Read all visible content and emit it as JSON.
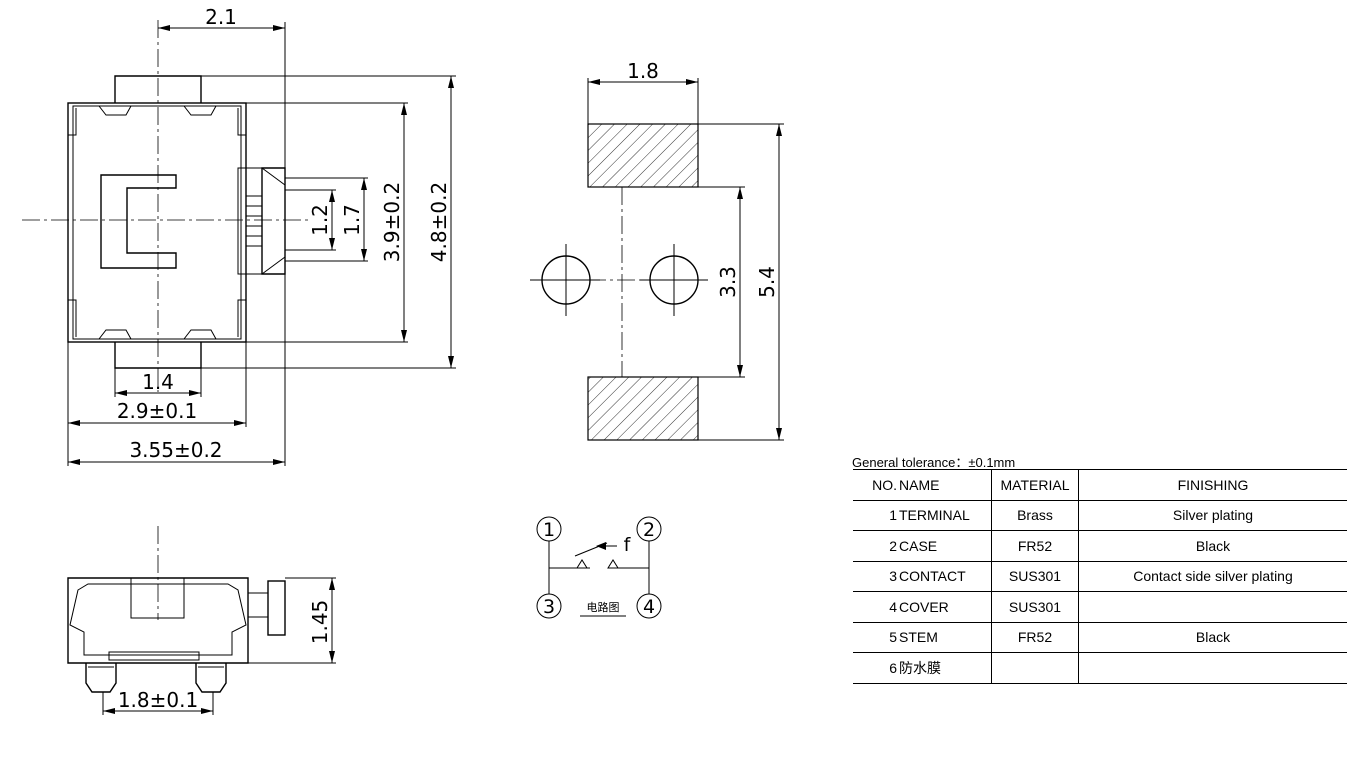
{
  "drawing": {
    "top_view": {
      "dim_width_top": "2.1",
      "dim_h_1": "1.2",
      "dim_h_2": "1.7",
      "dim_h_3": "3.9±0.2",
      "dim_h_4": "4.8±0.2",
      "dim_w_1": "1.4",
      "dim_w_2": "2.9±0.1",
      "dim_w_3": "3.55±0.2"
    },
    "pad_view": {
      "dim_pad_width": "1.8",
      "dim_inner": "3.3",
      "dim_outer": "5.4"
    },
    "side_view": {
      "dim_height": "1.45",
      "dim_width": "1.8±0.1"
    },
    "circuit": {
      "pin1": "1",
      "pin2": "2",
      "pin3": "3",
      "pin4": "4",
      "force_label": "f",
      "caption": "电路图"
    }
  },
  "tolerance_note": "General tolerance：±0.1mm",
  "bom": {
    "headers": [
      "NO.",
      "NAME",
      "MATERIAL",
      "FINISHING"
    ],
    "rows": [
      {
        "no": "1",
        "name": "TERMINAL",
        "material": "Brass",
        "finishing": "Silver plating"
      },
      {
        "no": "2",
        "name": "CASE",
        "material": "FR52",
        "finishing": "Black"
      },
      {
        "no": "3",
        "name": "CONTACT",
        "material": "SUS301",
        "finishing": "Contact side silver plating"
      },
      {
        "no": "4",
        "name": "COVER",
        "material": "SUS301",
        "finishing": ""
      },
      {
        "no": "5",
        "name": "STEM",
        "material": "FR52",
        "finishing": "Black"
      },
      {
        "no": "6",
        "name": "防水膜",
        "material": "",
        "finishing": ""
      }
    ]
  }
}
